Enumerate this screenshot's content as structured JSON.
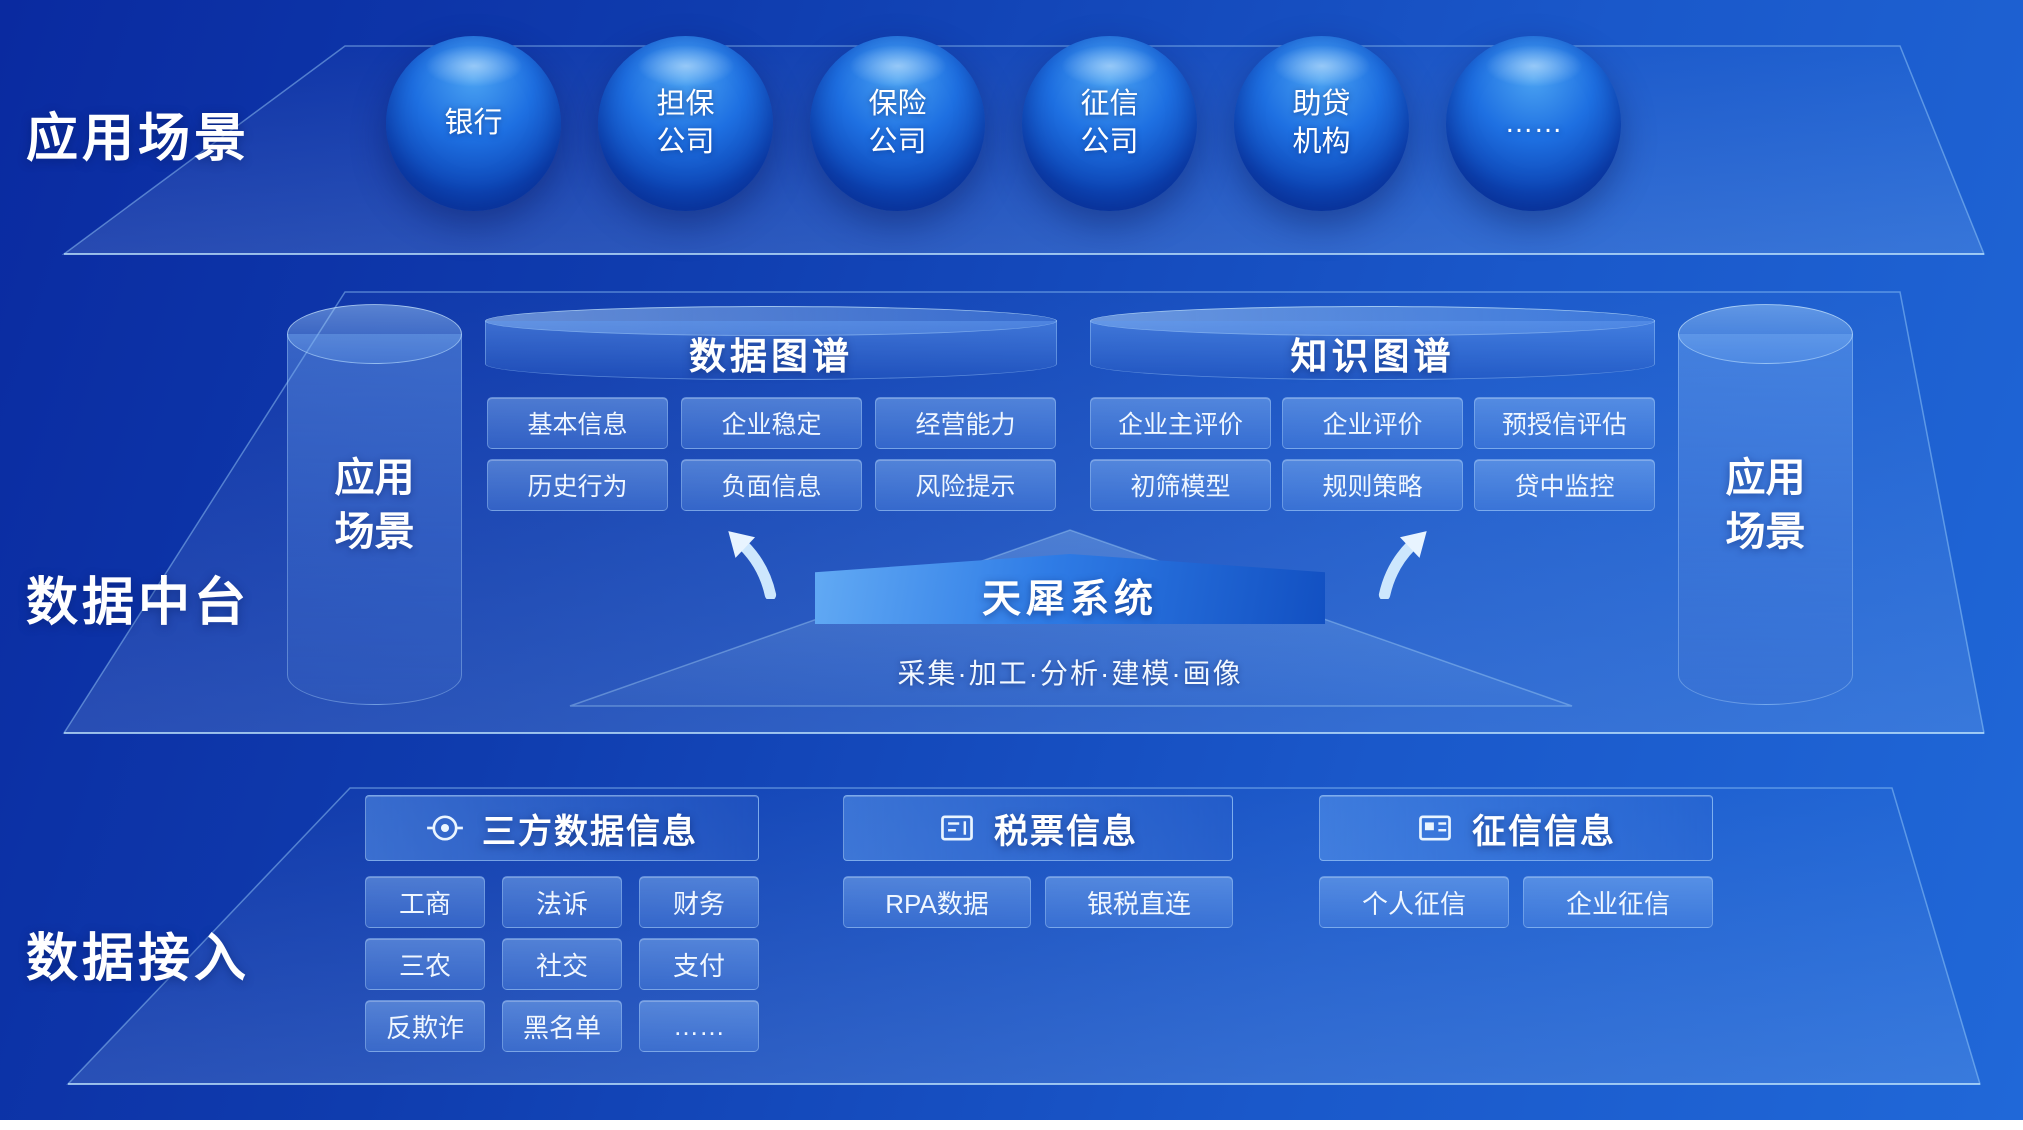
{
  "labels": {
    "app_scenarios": "应用场景",
    "data_middle_platform": "数据中台",
    "data_access": "数据接入"
  },
  "spheres": [
    {
      "label": "银行"
    },
    {
      "label": "担保公司"
    },
    {
      "label": "保险公司"
    },
    {
      "label": "征信公司"
    },
    {
      "label": "助贷机构"
    },
    {
      "label": "……"
    }
  ],
  "middle": {
    "left_cylinder": "应用场景",
    "right_cylinder": "应用场景",
    "data_graph": {
      "title": "数据图谱",
      "rows": [
        [
          "基本信息",
          "企业稳定",
          "经营能力"
        ],
        [
          "历史行为",
          "负面信息",
          "风险提示"
        ]
      ]
    },
    "knowledge_graph": {
      "title": "知识图谱",
      "rows": [
        [
          "企业主评价",
          "企业评价",
          "预授信评估"
        ],
        [
          "初筛模型",
          "规则策略",
          "贷中监控"
        ]
      ]
    },
    "system": {
      "title": "天犀系统",
      "subtitle": "采集·加工·分析·建模·画像"
    }
  },
  "bottom": {
    "third_party": {
      "title": "三方数据信息",
      "icon": "target-icon",
      "rows": [
        [
          "工商",
          "法诉",
          "财务"
        ],
        [
          "三农",
          "社交",
          "支付"
        ],
        [
          "反欺诈",
          "黑名单",
          "……"
        ]
      ]
    },
    "tax": {
      "title": "税票信息",
      "icon": "invoice-icon",
      "rows": [
        [
          "RPA数据",
          "银税直连"
        ]
      ]
    },
    "credit": {
      "title": "征信信息",
      "icon": "credit-report-icon",
      "rows": [
        [
          "个人征信",
          "企业征信"
        ]
      ]
    }
  },
  "colors": {
    "bg_start": "#0a2aa0",
    "bg_end": "#2068d8",
    "sphere": "#1e70e2",
    "chip": "#5c92e8",
    "platform_edge": "#a5d7ff"
  }
}
